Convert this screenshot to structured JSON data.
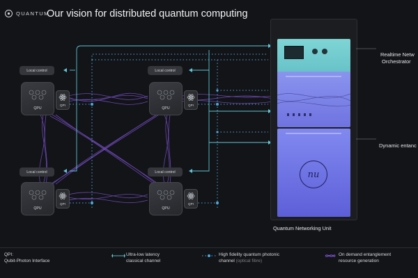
{
  "brand": {
    "name": "QUANTUM"
  },
  "title": "Our vision for distributed quantum computing",
  "nodes": [
    {
      "local_control": "Local control",
      "qpu": "QPU",
      "qpi": "QPI"
    },
    {
      "local_control": "Local control",
      "qpu": "QPU",
      "qpi": "QPI"
    },
    {
      "local_control": "Local control",
      "qpu": "QPU",
      "qpi": "QPI"
    },
    {
      "local_control": "Local control",
      "qpu": "QPU",
      "qpi": "QPI"
    }
  ],
  "rack": {
    "caption": "Quantum Networking Unit",
    "logo_text": "nu",
    "label_orchestrator_line1": "Realtime Netw",
    "label_orchestrator_line2": "Orchestrator",
    "label_entanglement": "Dynamic entanc"
  },
  "legend": {
    "qpi_title": "QPI:",
    "qpi_desc": "Qubit-Photon Interface",
    "classical_line1": "Ultra-low latency",
    "classical_line2": "classical channel",
    "photonic_line1": "High fidelity quantum photonic",
    "photonic_line2": "channel",
    "photonic_note": "(optical fibre)",
    "entangle_line1": "On demand entanglement",
    "entangle_line2": "resource generation"
  },
  "colors": {
    "background": "#131417",
    "classical_channel": "#5fc4d6",
    "photonic_channel": "#4ea8e0",
    "entanglement": "#8d5cf0",
    "rack_top": "#7fd5d5",
    "rack_body": "#7076e4"
  }
}
